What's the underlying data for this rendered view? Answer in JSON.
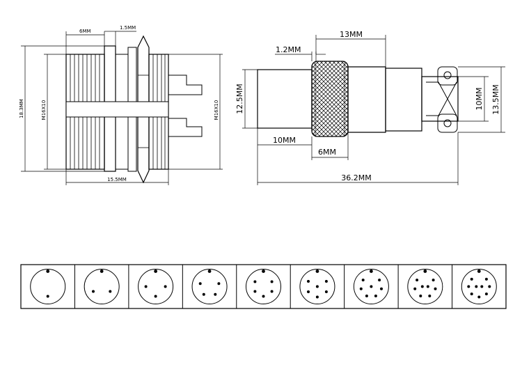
{
  "left_view": {
    "dim_6mm": "6MM",
    "dim_1_5mm": "1.5MM",
    "dim_18_3mm": "18.3MM",
    "thread_left": "M16X10",
    "thread_right": "M16X10",
    "dim_15_5mm": "15.5MM"
  },
  "right_view": {
    "dim_13mm": "13MM",
    "dim_1_2mm": "1.2MM",
    "dim_12_5mm": "12.5MM",
    "dim_10mm_bottom": "10MM",
    "dim_6mm": "6MM",
    "dim_10mm_right": "10MM",
    "dim_13_5mm": "13.5MM",
    "dim_36_2mm": "36.2MM"
  },
  "pin_layouts": {
    "pin_counts": [
      2,
      3,
      4,
      5,
      6,
      7,
      8,
      9,
      10
    ]
  }
}
